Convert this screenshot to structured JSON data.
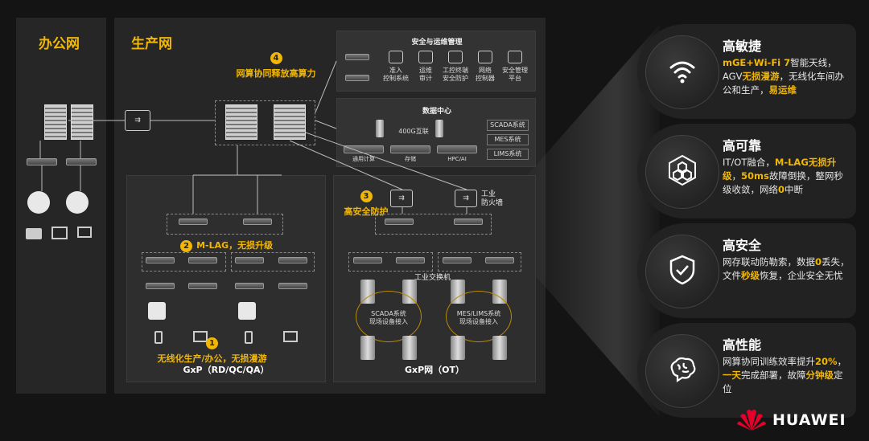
{
  "office": {
    "title": "办公网"
  },
  "production": {
    "title": "生产网"
  },
  "callouts": {
    "c1": {
      "num": "1",
      "text": "无线化生产/办公，无损漫游"
    },
    "c2": {
      "num": "2",
      "text": "M-LAG，无损升级"
    },
    "c3": {
      "num": "3",
      "text": "高安全防护"
    },
    "c4": {
      "num": "4",
      "text": "网算协同释放高算力"
    }
  },
  "security_mgmt": {
    "title": "安全与运维管理",
    "items": [
      "准入\n控制系统",
      "运维\n审计",
      "工控终端\n安全防护",
      "网络\n控制器",
      "安全管理\n平台"
    ]
  },
  "datacenter": {
    "title": "数据中心",
    "interconnect": "400G互联",
    "pods": [
      "通用计算",
      "存储",
      "HPC/AI"
    ],
    "systems": [
      "SCADA系统",
      "MES系统",
      "LIMS系统"
    ]
  },
  "gxp_left": {
    "label": "GxP（RD/QC/QA）"
  },
  "gxp_right": {
    "label": "GxP网（OT）",
    "firewall": "工业\n防火墙",
    "switch": "工业交换机",
    "scada_field": "SCADA系统\n现场设备接入",
    "mes_field": "MES/LIMS系统\n现场设备接入"
  },
  "cards": [
    {
      "title": "高敏捷",
      "icon": "wifi-icon",
      "html": "<b>mGE+Wi-Fi 7</b>智能天线，AGV<b>无损漫游</b>，无线化车间办公和生产，<b>易运维</b>"
    },
    {
      "title": "高可靠",
      "icon": "hexagon-cluster-icon",
      "html": "IT/OT融合，<b>M-LAG无损升级</b>，<b>50ms</b>故障倒换，整网秒级收敛，网络<b>0</b>中断"
    },
    {
      "title": "高安全",
      "icon": "shield-check-icon",
      "html": "网存联动防勒索，数据<b>0</b>丢失，文件<b>秒级</b>恢复，企业安全无忧"
    },
    {
      "title": "高性能",
      "icon": "brain-icon",
      "html": "网算协同训练效率提升<b>20%</b>，<b>一天</b>完成部署，故障<b>分钟级</b>定位"
    }
  ],
  "brand": {
    "name": "HUAWEI",
    "color": "#e4002b"
  },
  "colors": {
    "accent": "#f2b705",
    "panel": "#262626",
    "background": "#141414"
  }
}
